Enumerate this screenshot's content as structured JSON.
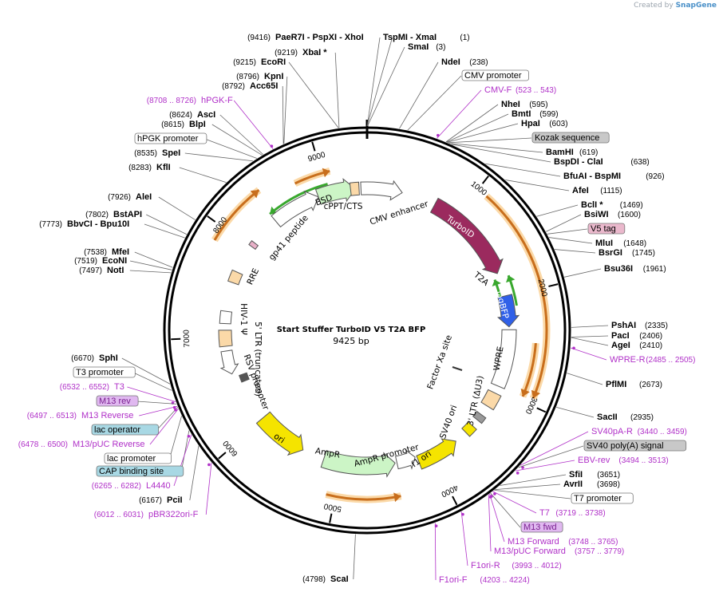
{
  "credit": {
    "prefix": "Created by",
    "brand": "SnapGene"
  },
  "plasmid": {
    "name": "Start Stuffer TurboID V5 T2A BFP",
    "length_label": "9425 bp",
    "length": 9425
  },
  "colors": {
    "site": "#000000",
    "primer": "#b030c8",
    "orf_orange": "#c86e1c",
    "orf_halo": "#fbd9a8",
    "orf_green": "#39a82e",
    "turboid": "#9b2a5e",
    "tagbfp": "#3060e8",
    "origin": "#f5e400",
    "ampr": "#ccf5c6",
    "bsd": "#ccf5c6",
    "misc_feature": "#ffffff",
    "tag": "#e8b0c8",
    "kozak": "#bebebe",
    "polya": "#bebebe",
    "binding_site": "#9ad0e0"
  },
  "ticks": [
    {
      "label": "1000",
      "bp": 1000
    },
    {
      "label": "2000",
      "bp": 2000
    },
    {
      "label": "3000",
      "bp": 3000
    },
    {
      "label": "4000",
      "bp": 4000
    },
    {
      "label": "5000",
      "bp": 5000
    },
    {
      "label": "6000",
      "bp": 6000
    },
    {
      "label": "7000",
      "bp": 7000
    },
    {
      "label": "8000",
      "bp": 8000
    },
    {
      "label": "9000",
      "bp": 9000
    }
  ],
  "sites": [
    {
      "bp": 9425,
      "label": "PaeR7I  - PspXI  - XhoI",
      "num": "(9416)",
      "kind": "enzyme"
    },
    {
      "bp": 9219,
      "label": "XbaI *",
      "num": "(9219)",
      "kind": "enzyme"
    },
    {
      "bp": 9215,
      "label": "EcoRI",
      "num": "(9215)",
      "kind": "enzyme"
    },
    {
      "bp": 8796,
      "label": "KpnI",
      "num": "(8796)",
      "kind": "enzyme"
    },
    {
      "bp": 8792,
      "label": "Acc65I",
      "num": "(8792)",
      "kind": "enzyme"
    },
    {
      "bp": 8708,
      "label": "hPGK-F",
      "num": "(8708 .. 8726)",
      "kind": "primer"
    },
    {
      "bp": 8624,
      "label": "AscI",
      "num": "(8624)",
      "kind": "enzyme"
    },
    {
      "bp": 8615,
      "label": "BlpI",
      "num": "(8615)",
      "kind": "enzyme"
    },
    {
      "bp": 8570,
      "label": "hPGK promoter",
      "num": "",
      "kind": "feature"
    },
    {
      "bp": 8535,
      "label": "SpeI",
      "num": "(8535)",
      "kind": "enzyme"
    },
    {
      "bp": 8283,
      "label": "KflI",
      "num": "(8283)",
      "kind": "enzyme"
    },
    {
      "bp": 7926,
      "label": "AleI",
      "num": "(7926)",
      "kind": "enzyme"
    },
    {
      "bp": 7802,
      "label": "BstAPI",
      "num": "(7802)",
      "kind": "enzyme"
    },
    {
      "bp": 7773,
      "label": "BbvCI  - Bpu10I",
      "num": "(7773)",
      "kind": "enzyme"
    },
    {
      "bp": 7538,
      "label": "MfeI",
      "num": "(7538)",
      "kind": "enzyme"
    },
    {
      "bp": 7519,
      "label": "EcoNI",
      "num": "(7519)",
      "kind": "enzyme"
    },
    {
      "bp": 7497,
      "label": "NotI",
      "num": "(7497)",
      "kind": "enzyme"
    },
    {
      "bp": 6670,
      "label": "SphI",
      "num": "(6670)",
      "kind": "enzyme"
    },
    {
      "bp": 6620,
      "label": "T3 promoter",
      "num": "",
      "kind": "feature"
    },
    {
      "bp": 6532,
      "label": "T3",
      "num": "(6532 .. 6552)",
      "kind": "primer"
    },
    {
      "bp": 6515,
      "label": "M13 rev",
      "num": "",
      "kind": "primer_box"
    },
    {
      "bp": 6497,
      "label": "M13 Reverse",
      "num": "(6497 .. 6513)",
      "kind": "primer"
    },
    {
      "bp": 6490,
      "label": "lac operator",
      "num": "",
      "kind": "binding_box"
    },
    {
      "bp": 6478,
      "label": "M13/pUC Reverse",
      "num": "(6478 .. 6500)",
      "kind": "primer"
    },
    {
      "bp": 6420,
      "label": "lac promoter",
      "num": "",
      "kind": "feature"
    },
    {
      "bp": 6300,
      "label": "CAP binding site",
      "num": "",
      "kind": "binding_box"
    },
    {
      "bp": 6265,
      "label": "L4440",
      "num": "(6265 .. 6282)",
      "kind": "primer"
    },
    {
      "bp": 6167,
      "label": "PciI",
      "num": "(6167)",
      "kind": "enzyme"
    },
    {
      "bp": 6012,
      "label": "pBR322ori-F",
      "num": "(6012 .. 6031)",
      "kind": "primer"
    },
    {
      "bp": 4798,
      "label": "ScaI",
      "num": "(4798)",
      "kind": "enzyme"
    },
    {
      "bp": 1,
      "label": "TspMI  - XmaI",
      "num": "(1)",
      "kind": "enzyme"
    },
    {
      "bp": 3,
      "label": "SmaI",
      "num": "(3)",
      "kind": "enzyme"
    },
    {
      "bp": 238,
      "label": "NdeI",
      "num": "(238)",
      "kind": "enzyme"
    },
    {
      "bp": 300,
      "label": "CMV promoter",
      "num": "",
      "kind": "feature"
    },
    {
      "bp": 523,
      "label": "CMV-F",
      "num": "(523 .. 543)",
      "kind": "primer"
    },
    {
      "bp": 595,
      "label": "NheI",
      "num": "(595)",
      "kind": "enzyme"
    },
    {
      "bp": 599,
      "label": "BmtI",
      "num": "(599)",
      "kind": "enzyme"
    },
    {
      "bp": 603,
      "label": "HpaI",
      "num": "(603)",
      "kind": "enzyme"
    },
    {
      "bp": 610,
      "label": "Kozak sequence",
      "num": "",
      "kind": "kozak_box"
    },
    {
      "bp": 619,
      "label": "BamHI",
      "num": "(619)",
      "kind": "enzyme"
    },
    {
      "bp": 638,
      "label": "BspDI  - ClaI",
      "num": "(638)",
      "kind": "enzyme"
    },
    {
      "bp": 926,
      "label": "BfuAI  - BspMI",
      "num": "(926)",
      "kind": "enzyme"
    },
    {
      "bp": 1115,
      "label": "AfeI",
      "num": "(1115)",
      "kind": "enzyme"
    },
    {
      "bp": 1469,
      "label": "BclI *",
      "num": "(1469)",
      "kind": "enzyme"
    },
    {
      "bp": 1600,
      "label": "BsiWI",
      "num": "(1600)",
      "kind": "enzyme"
    },
    {
      "bp": 1620,
      "label": "V5 tag",
      "num": "",
      "kind": "tag_box"
    },
    {
      "bp": 1648,
      "label": "MluI",
      "num": "(1648)",
      "kind": "enzyme"
    },
    {
      "bp": 1745,
      "label": "BsrGI",
      "num": "(1745)",
      "kind": "enzyme"
    },
    {
      "bp": 1961,
      "label": "Bsu36I",
      "num": "(1961)",
      "kind": "enzyme"
    },
    {
      "bp": 2335,
      "label": "PshAI",
      "num": "(2335)",
      "kind": "enzyme"
    },
    {
      "bp": 2406,
      "label": "PacI",
      "num": "(2406)",
      "kind": "enzyme"
    },
    {
      "bp": 2410,
      "label": "AgeI",
      "num": "(2410)",
      "kind": "enzyme"
    },
    {
      "bp": 2485,
      "label": "WPRE-R",
      "num": "(2485 .. 2505)",
      "kind": "primer"
    },
    {
      "bp": 2673,
      "label": "PflMI",
      "num": "(2673)",
      "kind": "enzyme"
    },
    {
      "bp": 2935,
      "label": "SacII",
      "num": "(2935)",
      "kind": "enzyme"
    },
    {
      "bp": 3440,
      "label": "SV40pA-R",
      "num": "(3440 .. 3459)",
      "kind": "primer"
    },
    {
      "bp": 3460,
      "label": "SV40 poly(A) signal",
      "num": "",
      "kind": "polya_box"
    },
    {
      "bp": 3494,
      "label": "EBV-rev",
      "num": "(3494 .. 3513)",
      "kind": "primer"
    },
    {
      "bp": 3651,
      "label": "SfiI",
      "num": "(3651)",
      "kind": "enzyme"
    },
    {
      "bp": 3698,
      "label": "AvrII",
      "num": "(3698)",
      "kind": "enzyme"
    },
    {
      "bp": 3705,
      "label": "T7 promoter",
      "num": "",
      "kind": "feature"
    },
    {
      "bp": 3719,
      "label": "T7",
      "num": "(3719 .. 3738)",
      "kind": "primer"
    },
    {
      "bp": 3740,
      "label": "M13 fwd",
      "num": "",
      "kind": "primer_box"
    },
    {
      "bp": 3748,
      "label": "M13 Forward",
      "num": "(3748 .. 3765)",
      "kind": "primer"
    },
    {
      "bp": 3757,
      "label": "M13/pUC Forward",
      "num": "(3757 .. 3779)",
      "kind": "primer"
    },
    {
      "bp": 3993,
      "label": "F1ori-R",
      "num": "(3993 .. 4012)",
      "kind": "primer"
    },
    {
      "bp": 4203,
      "label": "F1ori-F",
      "num": "(4203 .. 4224)",
      "kind": "primer"
    }
  ],
  "inner_labels": [
    {
      "label": "CMV enhancer"
    },
    {
      "label": "cPPT/CTS"
    },
    {
      "label": "BSD"
    },
    {
      "label": "gp41 peptide"
    },
    {
      "label": "RRE"
    },
    {
      "label": "HIV-1 Ψ"
    },
    {
      "label": "5' LTR (truncated)"
    },
    {
      "label": "RSV promoter"
    },
    {
      "label": "ori"
    },
    {
      "label": "AmpR"
    },
    {
      "label": "AmpR promoter"
    },
    {
      "label": "f1 ori"
    },
    {
      "label": "SV40 ori"
    },
    {
      "label": "3' LTR (ΔU3)"
    },
    {
      "label": "WPRE"
    },
    {
      "label": "Factor Xa site"
    },
    {
      "label": "TurboID"
    },
    {
      "label": "TagBFP"
    },
    {
      "label": "T2A"
    }
  ]
}
